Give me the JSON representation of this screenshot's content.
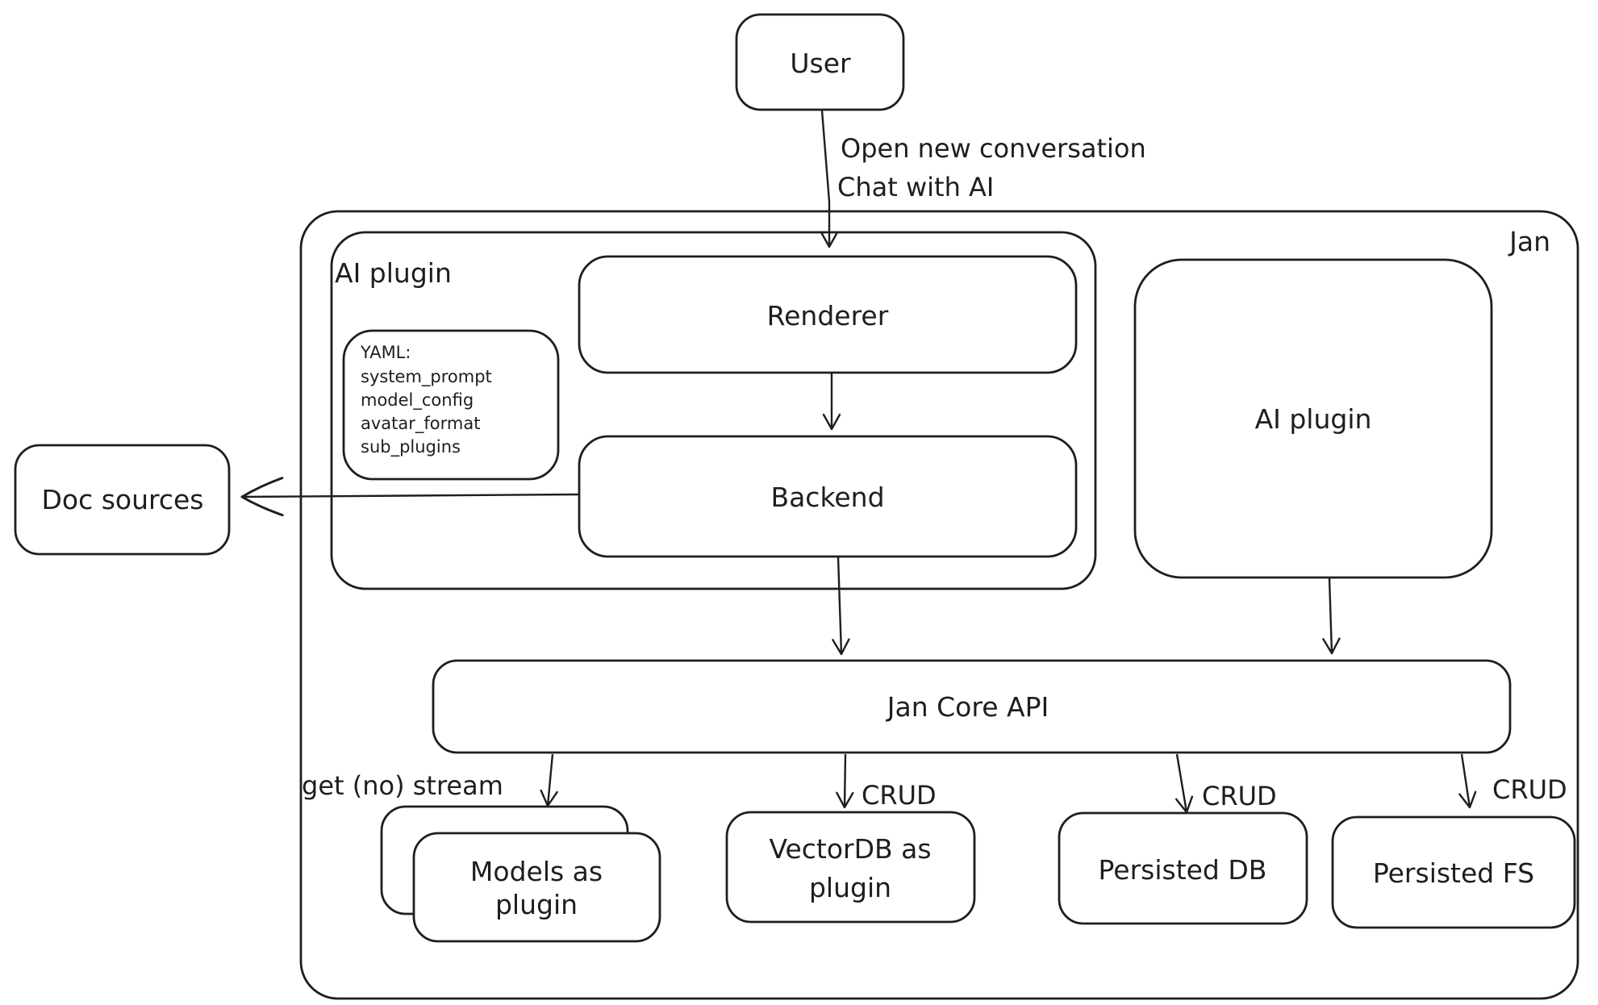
{
  "diagram": {
    "nodes": {
      "user": {
        "label": "User"
      },
      "jan_container": {
        "label": "Jan"
      },
      "ai_plugin_group": {
        "label": "AI plugin"
      },
      "renderer": {
        "label": "Renderer"
      },
      "yaml_note": {
        "lines": [
          "YAML:",
          "system_prompt",
          "model_config",
          "avatar_format",
          "sub_plugins"
        ]
      },
      "backend": {
        "label": "Backend"
      },
      "doc_sources": {
        "label": "Doc sources"
      },
      "ai_plugin_right": {
        "label": "AI plugin"
      },
      "jan_core_api": {
        "label": "Jan Core API"
      },
      "models_as_plugin": {
        "lines": [
          "Models as",
          "plugin"
        ]
      },
      "vectordb_as_plugin": {
        "lines": [
          "VectorDB as",
          "plugin"
        ]
      },
      "persisted_db": {
        "label": "Persisted DB"
      },
      "persisted_fs": {
        "label": "Persisted FS"
      }
    },
    "edges": {
      "user_to_renderer": {
        "lines": [
          "Open new conversation",
          "Chat with AI"
        ]
      },
      "api_to_models": {
        "label": "get (no) stream"
      },
      "api_to_vectordb": {
        "label": "CRUD"
      },
      "api_to_persisted_db": {
        "label": "CRUD"
      },
      "api_to_persisted_fs": {
        "label": "CRUD"
      }
    },
    "colors": {
      "stroke": "#1e1e1e",
      "text": "#1e1e1e",
      "background": "#ffffff"
    }
  }
}
